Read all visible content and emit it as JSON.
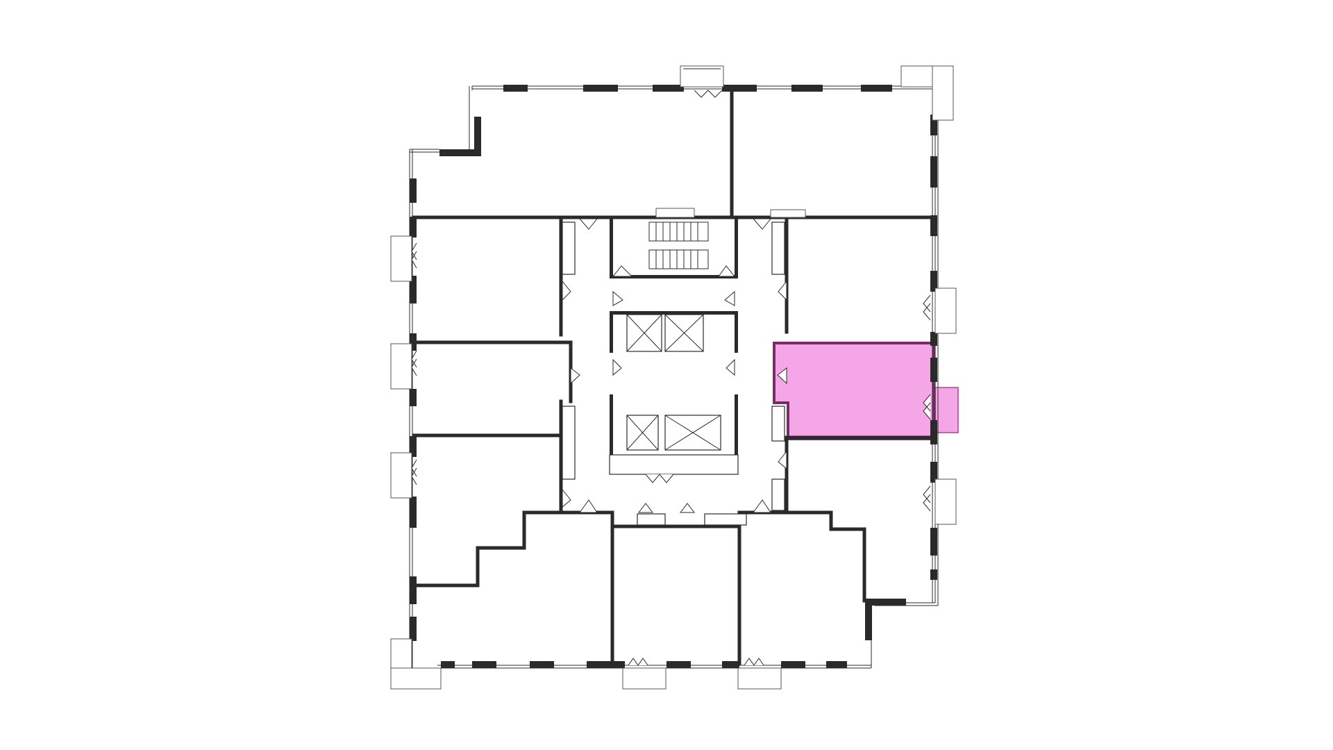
{
  "floor_plan": {
    "colors": {
      "wall": "#2a2a2a",
      "background": "#ffffff",
      "highlight_fill": "#f5a6e6",
      "highlight_stroke": "#7a2a68"
    },
    "units": [
      {
        "id": "unit-north-west"
      },
      {
        "id": "unit-north-east"
      },
      {
        "id": "unit-west-1"
      },
      {
        "id": "unit-west-2"
      },
      {
        "id": "unit-west-3"
      },
      {
        "id": "unit-south-west"
      },
      {
        "id": "unit-south-center"
      },
      {
        "id": "unit-south-east"
      },
      {
        "id": "unit-east-1"
      },
      {
        "id": "unit-east-2",
        "selected": true
      },
      {
        "id": "unit-east-3"
      }
    ],
    "core": {
      "stair": "stair-icon",
      "elevators": 4
    }
  }
}
